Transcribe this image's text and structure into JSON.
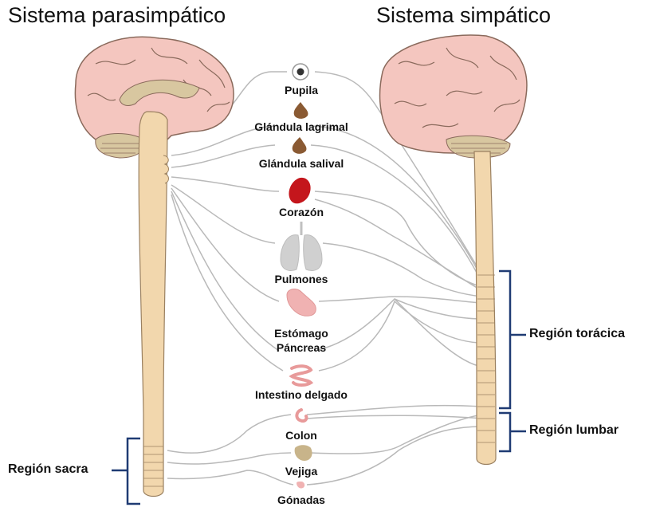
{
  "titles": {
    "parasympathetic": "Sistema parasimpático",
    "sympathetic": "Sistema simpático"
  },
  "organs": {
    "pupil": "Pupila",
    "lacrimal": "Glándula lagrimal",
    "salivary": "Glándula salival",
    "heart": "Corazón",
    "lungs": "Pulmones",
    "stomach": "Estómago",
    "pancreas": "Páncreas",
    "small_intestine": "Intestino delgado",
    "colon": "Colon",
    "bladder": "Vejiga",
    "gonads": "Gónadas"
  },
  "regions": {
    "thoracic": "Región torácica",
    "lumbar": "Región lumbar",
    "sacral": "Región sacra"
  },
  "colors": {
    "brain": "#f4c6bf",
    "brain_outline": "#8a6a5c",
    "cerebellum": "#d8c7a0",
    "spine": "#f2d7ad",
    "nerves": "#b9b9b9",
    "heart": "#c4161c",
    "gland": "#8a5a33",
    "lungs": "#d0d0d0",
    "digestive": "#f0b2b2",
    "bladder": "#c8b48a",
    "bracket": "#1f3b73"
  }
}
